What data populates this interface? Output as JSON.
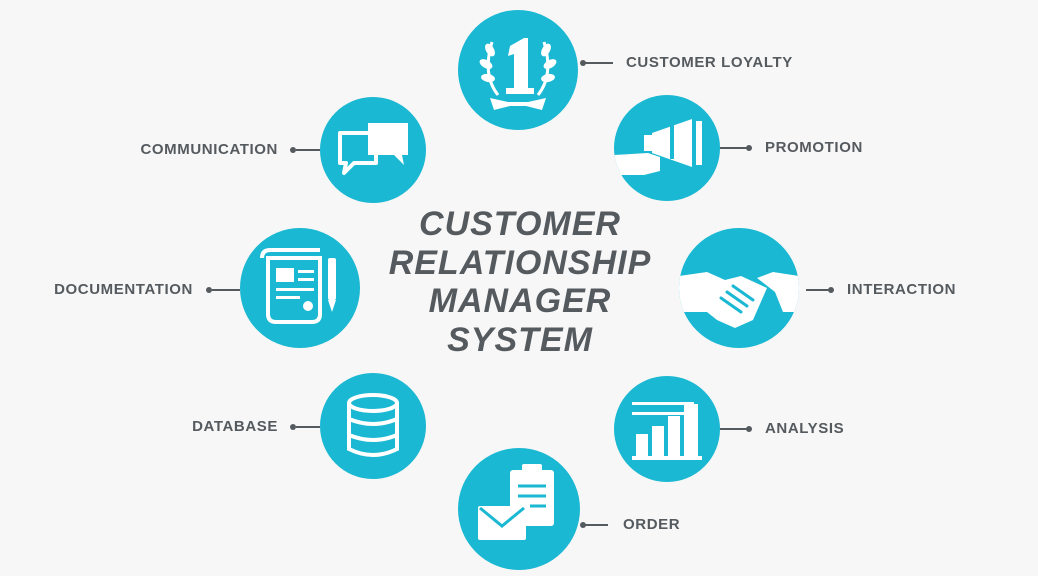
{
  "title_lines": [
    "CUSTOMER",
    "RELATIONSHIP",
    "MANAGER",
    "SYSTEM"
  ],
  "nodes": {
    "customer_loyalty": {
      "label": "CUSTOMER LOYALTY",
      "icon": "laurel-number-one-icon"
    },
    "promotion": {
      "label": "PROMOTION",
      "icon": "megaphone-icon"
    },
    "interaction": {
      "label": "INTERACTION",
      "icon": "handshake-icon"
    },
    "analysis": {
      "label": "ANALYSIS",
      "icon": "bar-chart-icon"
    },
    "order": {
      "label": "ORDER",
      "icon": "envelope-clipboard-icon"
    },
    "database": {
      "label": "DATABASE",
      "icon": "database-icon"
    },
    "documentation": {
      "label": "DOCUMENTATION",
      "icon": "document-scroll-icon"
    },
    "communication": {
      "label": "COMMUNICATION",
      "icon": "chat-bubbles-icon"
    }
  },
  "colors": {
    "accent": "#1ab8d2",
    "text": "#555a5f",
    "background": "#f7f7f7"
  }
}
